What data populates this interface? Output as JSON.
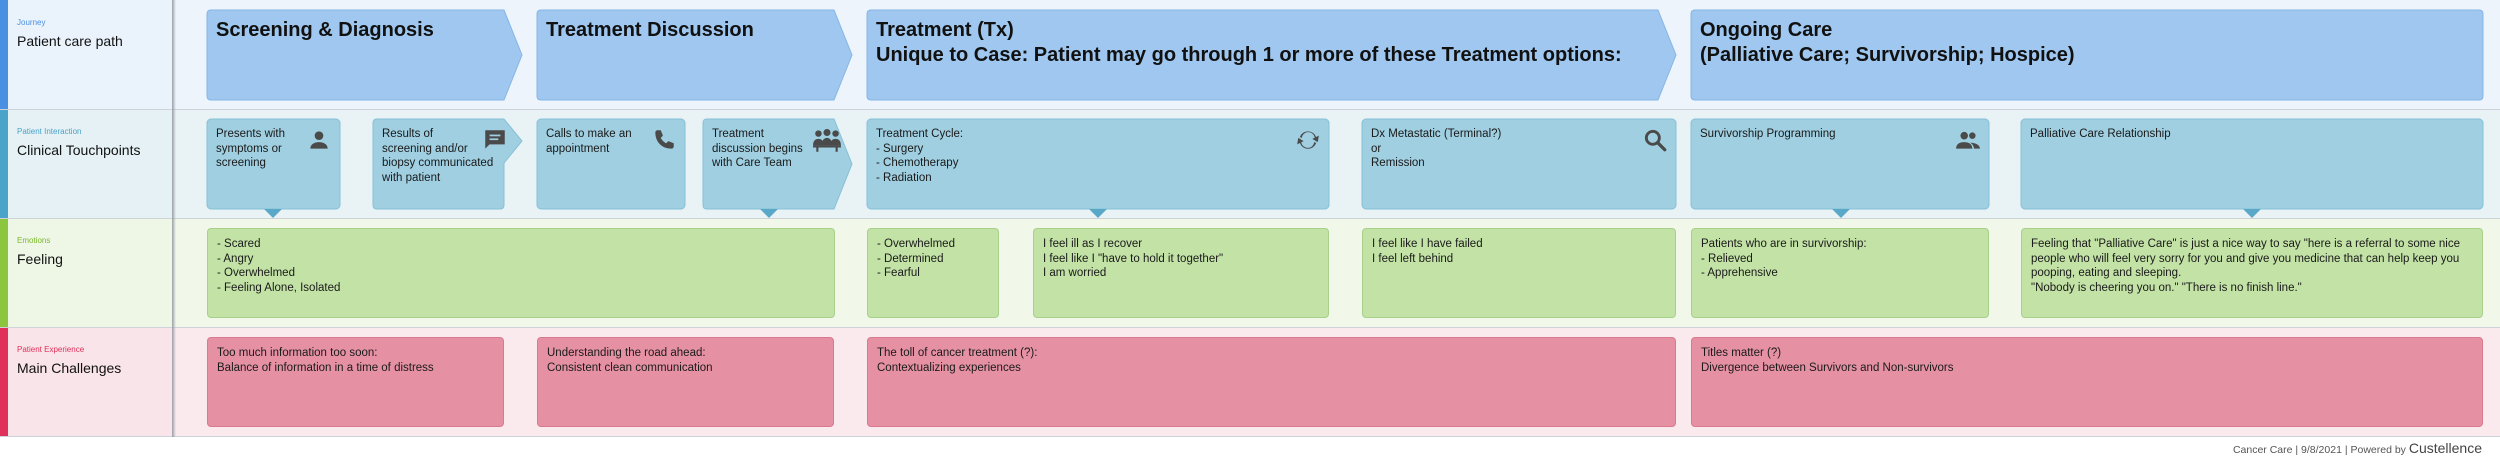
{
  "colors": {
    "journey": "#4a90e2",
    "interaction": "#4aa3c8",
    "emotions": "#8cc63f",
    "experience": "#e0315a",
    "stage_fill": "#9fc7ef",
    "touch_fill": "#9fcfe1",
    "feeling_fill": "#c3e2a6",
    "challenge_fill": "#e591a3"
  },
  "lanes": [
    {
      "small": "Journey",
      "title": "Patient care path"
    },
    {
      "small": "Patient Interaction",
      "title": "Clinical Touchpoints"
    },
    {
      "small": "Emotions",
      "title": "Feeling"
    },
    {
      "small": "Patient Experience",
      "title": "Main Challenges"
    }
  ],
  "stages": [
    {
      "label": "Screening & Diagnosis"
    },
    {
      "label": "Treatment Discussion"
    },
    {
      "label": "Treatment (Tx)\nUnique to Case: Patient may go through 1 or more of these Treatment options:"
    },
    {
      "label": "Ongoing Care\n(Palliative Care; Survivorship; Hospice)"
    }
  ],
  "touchpoints": [
    {
      "text": "Presents with\nsymptoms or\nscreening",
      "icon": "person-icon"
    },
    {
      "text": "Results of\nscreening and/or\nbiopsy communicated\nwith patient",
      "icon": "chat-icon"
    },
    {
      "text": "Calls to make an\nappointment",
      "icon": "phone-icon"
    },
    {
      "text": "Treatment\ndiscussion begins\nwith Care Team",
      "icon": "group-icon"
    },
    {
      "text": "Treatment Cycle:\n- Surgery\n- Chemotherapy\n- Radiation",
      "icon": "cycle-icon"
    },
    {
      "text": "Dx Metastatic (Terminal?)\nor\nRemission",
      "icon": "search-icon"
    },
    {
      "text": "Survivorship Programming",
      "icon": "people-icon"
    },
    {
      "text": "Palliative Care Relationship",
      "icon": ""
    }
  ],
  "feelings": [
    {
      "text": "- Scared\n- Angry\n- Overwhelmed\n- Feeling Alone, Isolated"
    },
    {
      "text": "- Overwhelmed\n- Determined\n- Fearful"
    },
    {
      "text": "I feel ill as I recover\nI feel like I \"have to hold it together\"\nI am worried"
    },
    {
      "text": "I feel like I have failed\nI feel left behind"
    },
    {
      "text": "Patients who are in survivorship:\n- Relieved\n- Apprehensive"
    },
    {
      "text": "Feeling that \"Palliative Care\" is just a nice way to say \"here is a referral to some nice\npeople who will feel very sorry for you and give you medicine that can help keep you\npooping, eating and sleeping.\n\"Nobody is cheering you on.\" \"There is no finish line.\""
    }
  ],
  "challenges": [
    {
      "text": "Too much information too soon:\nBalance of information in a time of distress"
    },
    {
      "text": "Understanding the road ahead:\nConsistent clean communication"
    },
    {
      "text": "The toll of cancer treatment (?):\nContextualizing experiences"
    },
    {
      "text": "Titles matter (?)\nDivergence between Survivors and Non-survivors"
    }
  ],
  "footer": {
    "text": "Cancer Care | 9/8/2021 | Powered by",
    "brand": "Custellence"
  }
}
